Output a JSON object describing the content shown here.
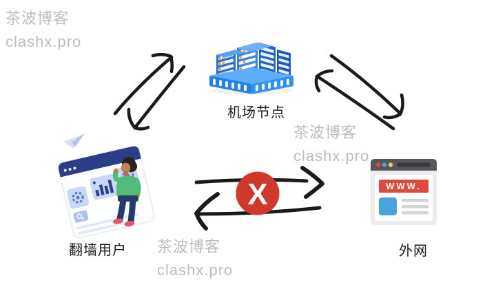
{
  "watermarks": [
    {
      "line1": "茶波博客",
      "line2": "clashx.pro"
    },
    {
      "line1": "茶波博客",
      "line2": "clashx.pro"
    },
    {
      "line1": "茶波博客",
      "line2": "clashx.pro"
    }
  ],
  "nodes": {
    "airport_node": {
      "label": "机场节点"
    },
    "firewall_user": {
      "label": "翻墙用户"
    },
    "external_web": {
      "label": "外网",
      "browser_text": "WWW."
    }
  },
  "blocked_marker": {
    "symbol": "X"
  },
  "colors": {
    "arrow_black": "#1a1a1a",
    "blocked_red": "#cf382a",
    "watermark_gray": "#bdbdbd",
    "building_blue": "#2e6fd4",
    "building_base_blue": "#1f82ee",
    "browser_banner_red": "#dd4b3e",
    "browser_bar_gray": "#57575b",
    "sweater_green": "#53ba7b",
    "pants_navy": "#263a6e",
    "dashboard_navy": "#2c3e87",
    "card_light_blue": "#c9d8f6"
  }
}
